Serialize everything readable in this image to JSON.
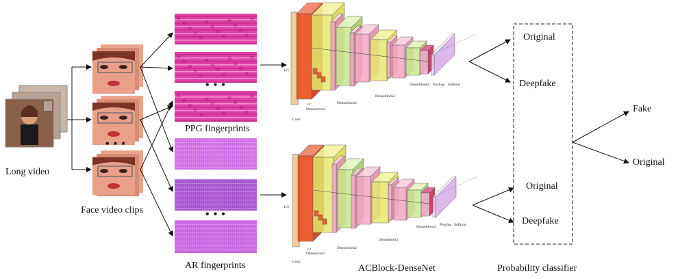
{
  "labels": {
    "long_video": "Long video",
    "face_clips": "Face video clips",
    "ppg": "PPG fingerprints",
    "ar": "AR fingerprints",
    "net": "ACBlock-DenseNet",
    "classifier": "Probability classifier",
    "fake": "Fake",
    "original": "Original"
  },
  "classifier_top": {
    "a": "Original",
    "b": "Deepfake"
  },
  "classifier_bottom": {
    "a": "Original",
    "b": "Deepfake"
  },
  "net_top": {
    "conv": "Conv",
    "d1": "Denseblock1",
    "d2": "Denseblock2",
    "d3": "Denseblock3",
    "d4": "Denseblock4",
    "pool": "Pooling",
    "soft": "Softmax",
    "size": "115",
    "k": "×2"
  },
  "net_bottom": {
    "conv": "Conv",
    "d1": "Denseblock1",
    "d2": "Denseblock2",
    "d3": "Denseblock3",
    "d4": "Denseblock4",
    "pool": "Pooling",
    "soft": "Softmax",
    "size": "115",
    "k": "×2"
  },
  "colors": {
    "ppg_base": "#e040a8",
    "ppg_band": "#ffd0ec",
    "ar_base": "#d070e8",
    "ar_grid": "#b050d0",
    "conv_face": "#e8430f",
    "conv_side": "#f2c48a",
    "block_yellow": "#e8e870",
    "block_pink": "#f4a8c4",
    "block_green": "#c8e88c"
  }
}
